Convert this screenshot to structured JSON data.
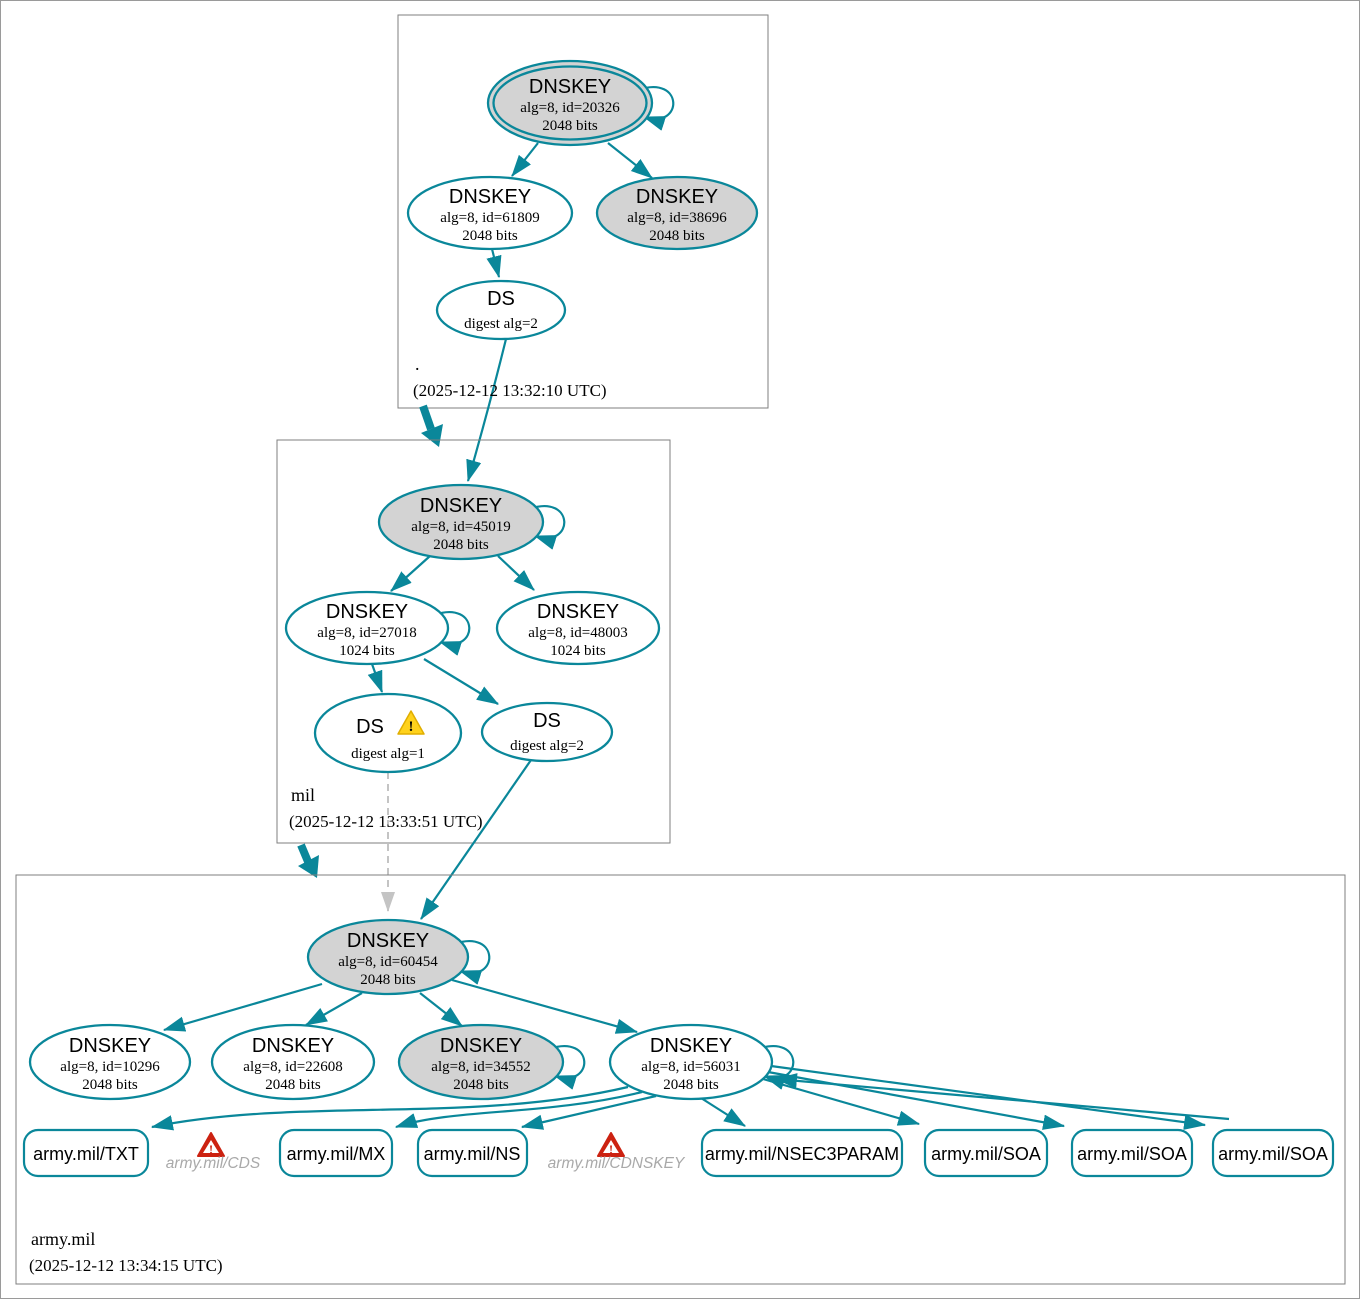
{
  "diagram_type": "dnssec-authentication-chain-graph",
  "colors": {
    "edge_secure": "#0a879a",
    "node_fill_default": "#ffffff",
    "node_fill_highlight": "#d3d3d3",
    "insecure_edge_gray": "#c4c4c4",
    "warning_yellow": "#ffd21c",
    "error_red": "#cc2211",
    "warn_label_gray": "#a9a9a9"
  },
  "icons": {
    "exclamation": "!"
  },
  "zones": [
    {
      "name": ".",
      "timestamp": "(2025-12-12 13:32:10 UTC)",
      "nodes": {
        "ksk": {
          "type": "DNSKEY",
          "detail": "alg=8, id=20326",
          "bits": "2048 bits"
        },
        "zsk": {
          "type": "DNSKEY",
          "detail": "alg=8, id=61809",
          "bits": "2048 bits"
        },
        "key2": {
          "type": "DNSKEY",
          "detail": "alg=8, id=38696",
          "bits": "2048 bits"
        },
        "ds": {
          "type": "DS",
          "detail": "digest alg=2"
        }
      }
    },
    {
      "name": "mil",
      "timestamp": "(2025-12-12 13:33:51 UTC)",
      "nodes": {
        "ksk": {
          "type": "DNSKEY",
          "detail": "alg=8, id=45019",
          "bits": "2048 bits"
        },
        "zsk": {
          "type": "DNSKEY",
          "detail": "alg=8, id=27018",
          "bits": "1024 bits"
        },
        "key2": {
          "type": "DNSKEY",
          "detail": "alg=8, id=48003",
          "bits": "1024 bits"
        },
        "ds1": {
          "type": "DS",
          "detail": "digest alg=1"
        },
        "ds2": {
          "type": "DS",
          "detail": "digest alg=2"
        }
      }
    },
    {
      "name": "army.mil",
      "timestamp": "(2025-12-12 13:34:15 UTC)",
      "nodes": {
        "ksk": {
          "type": "DNSKEY",
          "detail": "alg=8, id=60454",
          "bits": "2048 bits"
        },
        "key1": {
          "type": "DNSKEY",
          "detail": "alg=8, id=10296",
          "bits": "2048 bits"
        },
        "key2": {
          "type": "DNSKEY",
          "detail": "alg=8, id=22608",
          "bits": "2048 bits"
        },
        "key3": {
          "type": "DNSKEY",
          "detail": "alg=8, id=34552",
          "bits": "2048 bits"
        },
        "zsk": {
          "type": "DNSKEY",
          "detail": "alg=8, id=56031",
          "bits": "2048 bits"
        },
        "rr_txt": {
          "label": "army.mil/TXT"
        },
        "rr_mx": {
          "label": "army.mil/MX"
        },
        "rr_ns": {
          "label": "army.mil/NS"
        },
        "rr_nsec3param": {
          "label": "army.mil/NSEC3PARAM"
        },
        "rr_soa1": {
          "label": "army.mil/SOA"
        },
        "rr_soa2": {
          "label": "army.mil/SOA"
        },
        "rr_soa3": {
          "label": "army.mil/SOA"
        },
        "warn_cds": {
          "label": "army.mil/CDS"
        },
        "warn_cdnskey": {
          "label": "army.mil/CDNSKEY"
        }
      }
    }
  ]
}
